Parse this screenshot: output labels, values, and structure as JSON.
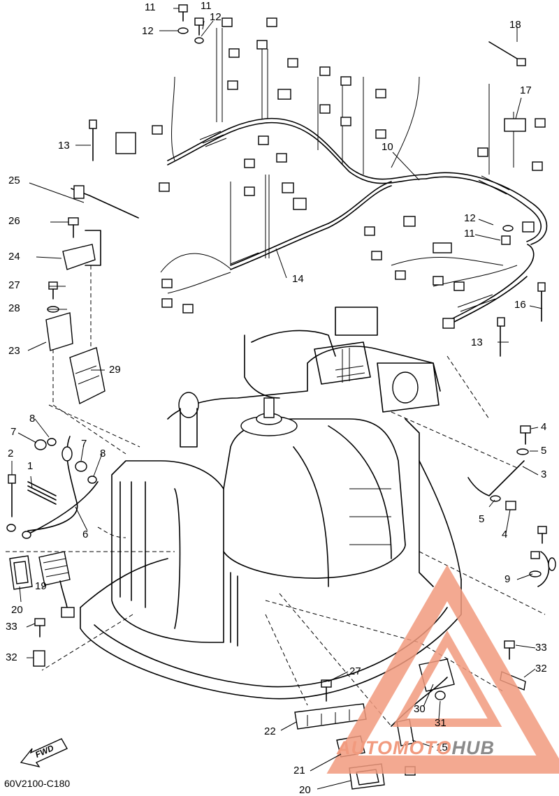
{
  "diagram": {
    "code": "60V2100-C180",
    "direction_arrow": "FWD",
    "callouts": [
      {
        "id": "c11a",
        "text": "11"
      },
      {
        "id": "c11b",
        "text": "11"
      },
      {
        "id": "c12a",
        "text": "12"
      },
      {
        "id": "c12b",
        "text": "12"
      },
      {
        "id": "c18",
        "text": "18"
      },
      {
        "id": "c17",
        "text": "17"
      },
      {
        "id": "c13a",
        "text": "13"
      },
      {
        "id": "c10",
        "text": "10"
      },
      {
        "id": "c25",
        "text": "25"
      },
      {
        "id": "c26",
        "text": "26"
      },
      {
        "id": "c12c",
        "text": "12"
      },
      {
        "id": "c11c",
        "text": "11"
      },
      {
        "id": "c24",
        "text": "24"
      },
      {
        "id": "c14",
        "text": "14"
      },
      {
        "id": "c27a",
        "text": "27"
      },
      {
        "id": "c28",
        "text": "28"
      },
      {
        "id": "c16",
        "text": "16"
      },
      {
        "id": "c13b",
        "text": "13"
      },
      {
        "id": "c23",
        "text": "23"
      },
      {
        "id": "c29",
        "text": "29"
      },
      {
        "id": "c7a",
        "text": "7"
      },
      {
        "id": "c8a",
        "text": "8"
      },
      {
        "id": "c7b",
        "text": "7"
      },
      {
        "id": "c8b",
        "text": "8"
      },
      {
        "id": "c2",
        "text": "2"
      },
      {
        "id": "c1",
        "text": "1"
      },
      {
        "id": "c4a",
        "text": "4"
      },
      {
        "id": "c5a",
        "text": "5"
      },
      {
        "id": "c3",
        "text": "3"
      },
      {
        "id": "c5b",
        "text": "5"
      },
      {
        "id": "c4b",
        "text": "4"
      },
      {
        "id": "c6",
        "text": "6"
      },
      {
        "id": "c9",
        "text": "9"
      },
      {
        "id": "c20a",
        "text": "20"
      },
      {
        "id": "c19",
        "text": "19"
      },
      {
        "id": "c33a",
        "text": "33"
      },
      {
        "id": "c32a",
        "text": "32"
      },
      {
        "id": "c33b",
        "text": "33"
      },
      {
        "id": "c32b",
        "text": "32"
      },
      {
        "id": "c27b",
        "text": "27"
      },
      {
        "id": "c30",
        "text": "30"
      },
      {
        "id": "c31",
        "text": "31"
      },
      {
        "id": "c22",
        "text": "22"
      },
      {
        "id": "c15",
        "text": "15"
      },
      {
        "id": "c21",
        "text": "21"
      },
      {
        "id": "c20b",
        "text": "20"
      }
    ]
  },
  "watermark": {
    "part_a": "AUTOMOTO",
    "part_b": "HUB",
    "color_a": "#f19a7e",
    "color_b": "#8a8a8a"
  }
}
